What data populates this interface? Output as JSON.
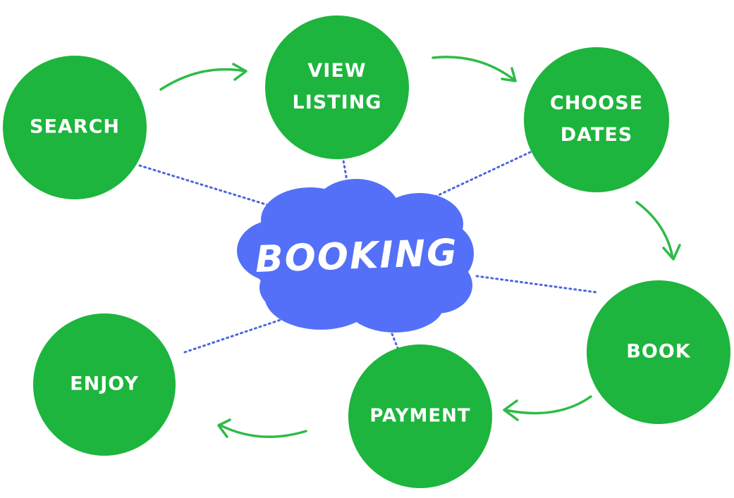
{
  "colors": {
    "node": "#1db53d",
    "center": "#5470f8",
    "connector": "#4a66de",
    "arrow": "#2dbb46",
    "text": "#ffffff"
  },
  "center": {
    "label": "BOOKING"
  },
  "steps": [
    {
      "id": "search",
      "lines": [
        "SEARCH"
      ]
    },
    {
      "id": "view-listing",
      "lines": [
        "VIEW",
        "LISTING"
      ]
    },
    {
      "id": "choose-dates",
      "lines": [
        "CHOOSE",
        "DATES"
      ]
    },
    {
      "id": "book",
      "lines": [
        "BOOK"
      ]
    },
    {
      "id": "payment",
      "lines": [
        "PAYMENT"
      ]
    },
    {
      "id": "enjoy",
      "lines": [
        "ENJOY"
      ]
    }
  ]
}
